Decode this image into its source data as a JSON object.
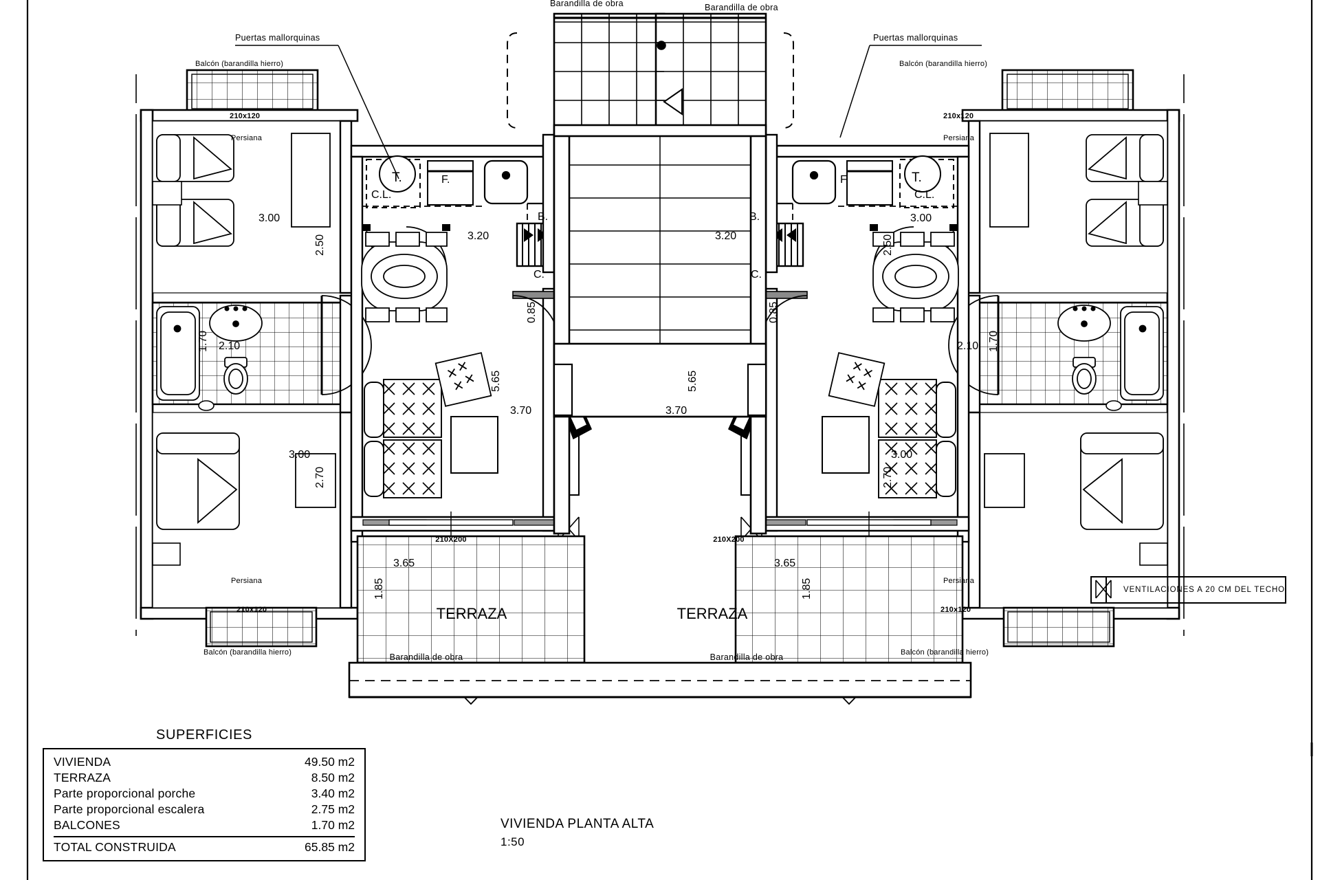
{
  "drawing": {
    "title": "VIVIENDA PLANTA ALTA",
    "scale": "1:50",
    "sheet_bg": "#ffffff",
    "line_color": "#000000"
  },
  "superficies": {
    "heading": "SUPERFICIES",
    "rows": [
      {
        "name": "VIVIENDA",
        "value": "49.50  m2"
      },
      {
        "name": "TERRAZA",
        "value": "8.50  m2"
      },
      {
        "name": "Parte  proporcional  porche",
        "value": "3.40  m2"
      },
      {
        "name": "Parte  proporcional  escalera",
        "value": "2.75  m2"
      },
      {
        "name": "BALCONES",
        "value": "1.70  m2"
      }
    ],
    "total": {
      "name": "TOTAL  CONSTRUIDA",
      "value": "65.85  m2"
    }
  },
  "legend": {
    "ventilation_note": "VENTILACIONES A 20 CM DEL TECHO",
    "symbol": "bowtie-x-icon"
  },
  "annotations": {
    "barandilla_obra": "Barandilla  de  obra",
    "puertas_mallorquinas": "Puertas  mallorquinas",
    "balcon_hierro": "Balcón  (barandilla  hierro)",
    "persiana": "Persiana",
    "terraza": "TERRAZA",
    "window_210x120": "210x120",
    "door_210x200": "210X200",
    "label_T": "T.",
    "label_CL": "C.L.",
    "label_F": "F.",
    "label_B": "B.",
    "label_C": "C."
  },
  "dimensions": {
    "bedroom_upper_width": "3.00",
    "bedroom_upper_depth": "2.50",
    "bedroom_lower_width": "3.00",
    "bedroom_lower_depth": "2.70",
    "bathroom_width": "2.10",
    "bathroom_depth": "1.70",
    "kitchen_length": "3.20",
    "hall_width": "0.85",
    "living_length": "5.65",
    "living_width": "3.70",
    "terrace_length": "3.65",
    "terrace_depth": "1.85"
  },
  "units": [
    {
      "id": "left-unit",
      "side": "left"
    },
    {
      "id": "right-unit",
      "side": "right"
    }
  ]
}
